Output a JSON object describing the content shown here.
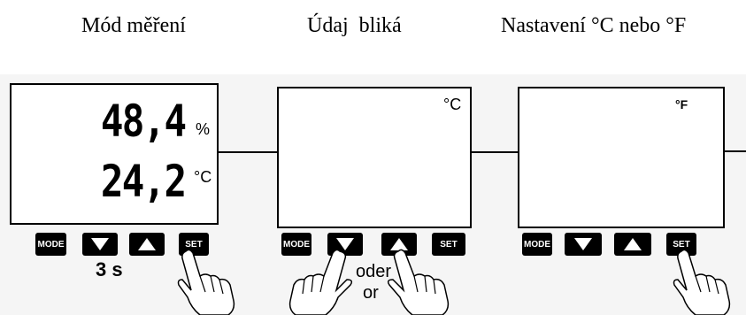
{
  "captions": {
    "measure_mode": "Mód měření",
    "display_blinks": "Údaj  bliká",
    "unit_setting": "Nastavení °C nebo °F"
  },
  "panel1": {
    "humidity_value": "48,4",
    "humidity_unit": "%",
    "temperature_value": "24,2",
    "temperature_unit": "°C"
  },
  "panel2": {
    "unit_indicator": "°C"
  },
  "panel3": {
    "unit_indicator": "°F"
  },
  "buttons": {
    "mode_label": "MODE",
    "down_icon": "triangle-down-icon",
    "up_icon": "triangle-up-icon",
    "set_label": "SET"
  },
  "notes": {
    "hold_time": "3 s",
    "or_german": "oder",
    "or_english": "or"
  },
  "colors": {
    "lcd_background": "#ffffff",
    "button": "#000000",
    "strip": "#f5f5f5"
  }
}
